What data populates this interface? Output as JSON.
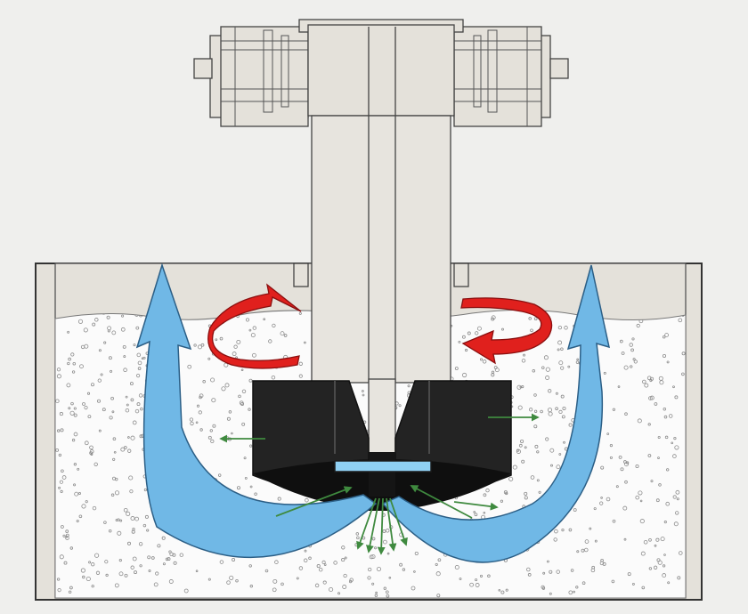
{
  "diagram": {
    "type": "mixer-cross-section",
    "labels": [],
    "parts": [
      "drive-motor-housing",
      "shaft-column",
      "tank",
      "liquid-with-particles",
      "impeller-head",
      "impeller-plate",
      "impeller-nozzle"
    ],
    "flows": [
      {
        "name": "rotation",
        "arrows": 2
      },
      {
        "name": "circulation",
        "arrows": 2
      },
      {
        "name": "suction",
        "arrows": 4
      },
      {
        "name": "discharge",
        "arrows": 6
      }
    ]
  },
  "colors": {
    "background": "#efefed",
    "housing": "#e4e1da",
    "outline": "#333333",
    "liquid": "#fbfbfb",
    "particle": "#8d8d8d",
    "impeller": "#222222",
    "plate": "#8fd0f3",
    "circulation": "#70b8e6",
    "circulation_stroke": "#2c5f86",
    "rotation": "#e0201d",
    "rotation_stroke": "#8a0f0f",
    "small_arrow": "#3f8a3f"
  }
}
